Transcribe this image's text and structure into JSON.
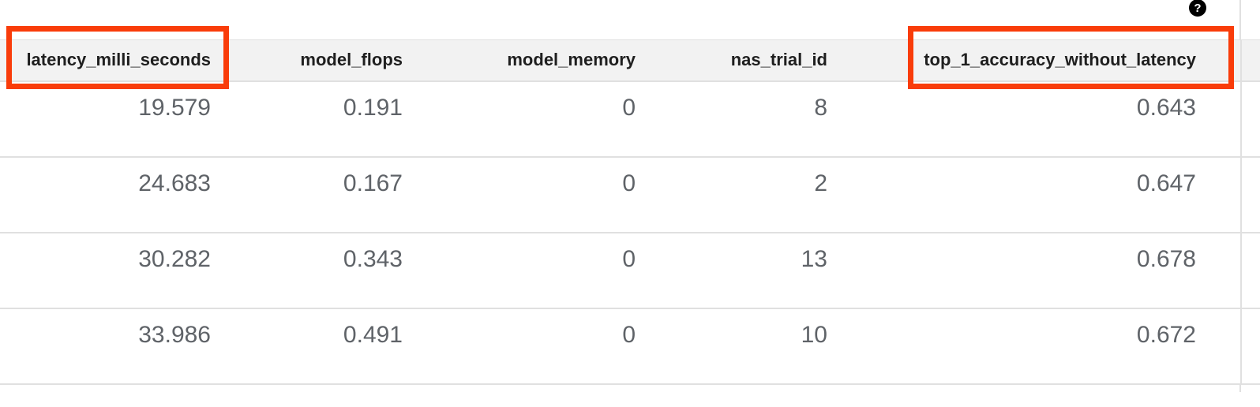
{
  "help": {
    "icon_glyph": "?"
  },
  "table": {
    "columns": [
      {
        "label": "latency_milli_seconds",
        "highlighted": true
      },
      {
        "label": "model_flops",
        "highlighted": false
      },
      {
        "label": "model_memory",
        "highlighted": false
      },
      {
        "label": "nas_trial_id",
        "highlighted": false
      },
      {
        "label": "top_1_accuracy_without_latency",
        "highlighted": true
      }
    ],
    "rows": [
      [
        "19.579",
        "0.191",
        "0",
        "8",
        "0.643"
      ],
      [
        "24.683",
        "0.167",
        "0",
        "2",
        "0.647"
      ],
      [
        "30.282",
        "0.343",
        "0",
        "13",
        "0.678"
      ],
      [
        "33.986",
        "0.491",
        "0",
        "10",
        "0.672"
      ]
    ]
  },
  "colors": {
    "highlight": "#f93c0a",
    "header_bg": "#f2f2f2",
    "border": "#e0e0e0",
    "header_text": "#1f1f1f",
    "cell_text": "#5f6368",
    "icon_bg": "#000000"
  }
}
